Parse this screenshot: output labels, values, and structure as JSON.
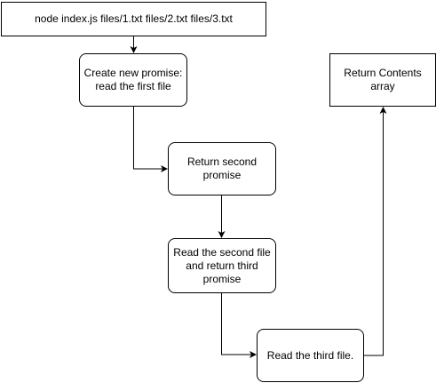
{
  "diagram": {
    "nodes": {
      "command": "node index.js files/1.txt files/2.txt files/3.txt",
      "create_promise": "Create new promise: read the first file",
      "return_second": "Return second promise",
      "read_second": "Read the second file and return third promise",
      "read_third": "Read the third file.",
      "return_contents": "Return Contents array"
    },
    "colors": {
      "stroke": "#000000",
      "fill": "#ffffff"
    }
  }
}
